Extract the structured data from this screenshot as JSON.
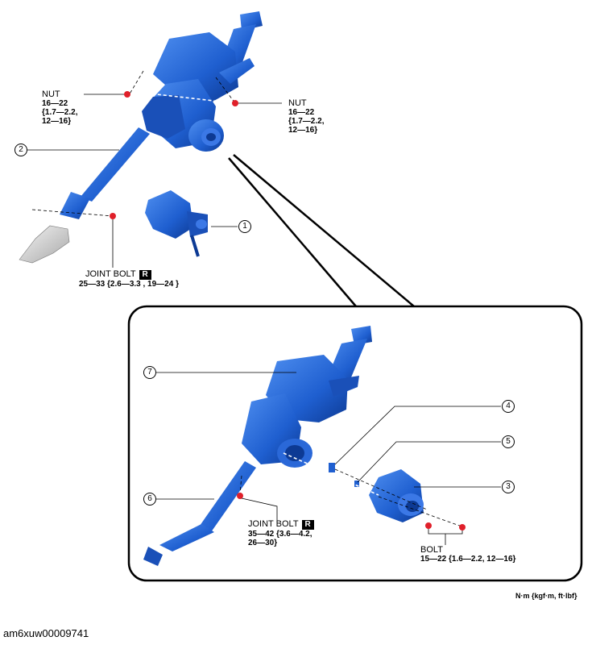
{
  "labels": {
    "nut_left": {
      "head": "NUT",
      "line1": "16—22",
      "line2": "{1.7—2.2,",
      "line3": "12—16}"
    },
    "nut_right": {
      "head": "NUT",
      "line1": "16—22",
      "line2": "{1.7—2.2,",
      "line3": "12—16}"
    },
    "joint_bolt_top": {
      "head": "JOINT BOLT",
      "badge": "R",
      "line1": "25—33 {2.6—3.3 , 19—24 }"
    },
    "joint_bolt_detail": {
      "head": "JOINT BOLT",
      "badge": "R",
      "line1": "35—42 {3.6—4.2,",
      "line2": "26—30}"
    },
    "bolt": {
      "head": "BOLT",
      "line1": "15—22 {1.6—2.2, 12—16}"
    }
  },
  "callouts": [
    "1",
    "2",
    "3",
    "4",
    "5",
    "6",
    "7"
  ],
  "units": "N·m {kgf·m, ft·lbf}",
  "reference": "am6xuw00009741",
  "colors": {
    "part_blue": "#1f5fd0",
    "part_dark": "#0d3a94",
    "fastener_red": "#e0202a",
    "line": "#000000"
  }
}
